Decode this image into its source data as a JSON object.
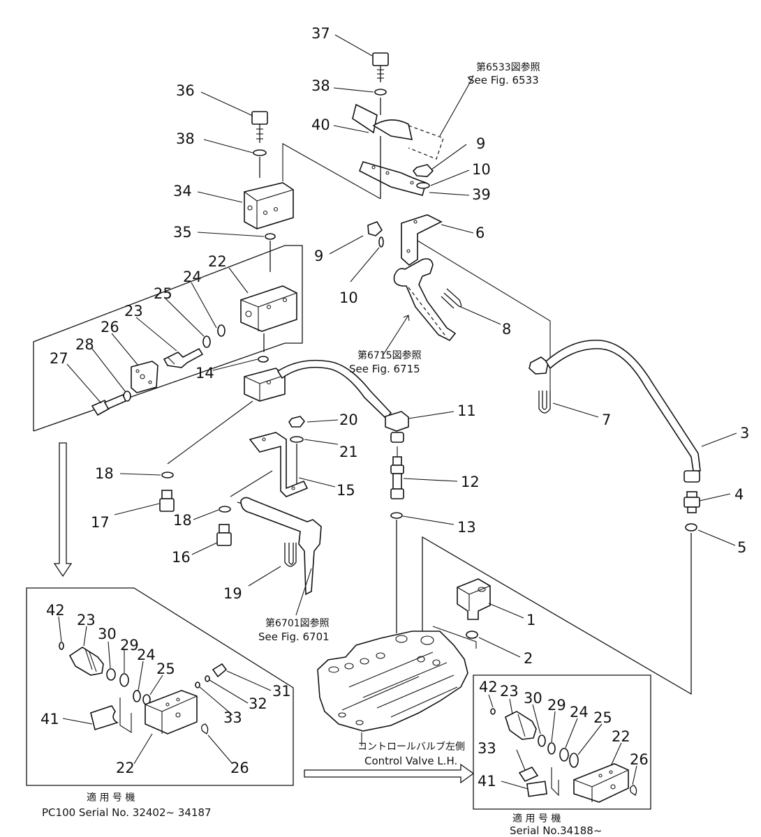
{
  "callouts": {
    "n1": "1",
    "n2": "2",
    "n3": "3",
    "n4": "4",
    "n5": "5",
    "n6": "6",
    "n7": "7",
    "n8": "8",
    "n9a": "9",
    "n9b": "9",
    "n10a": "10",
    "n10b": "10",
    "n11": "11",
    "n12": "12",
    "n13": "13",
    "n14": "14",
    "n15": "15",
    "n16": "16",
    "n17": "17",
    "n18a": "18",
    "n18b": "18",
    "n19": "19",
    "n20": "20",
    "n21": "21",
    "n22": "22",
    "n23": "23",
    "n24": "24",
    "n25": "25",
    "n26": "26",
    "n27": "27",
    "n28": "28",
    "n34": "34",
    "n35": "35",
    "n36": "36",
    "n37": "37",
    "n38a": "38",
    "n38b": "38",
    "n39": "39",
    "n40": "40"
  },
  "inset_left_callouts": {
    "n42": "42",
    "n23": "23",
    "n30": "30",
    "n29": "29",
    "n24": "24",
    "n25": "25",
    "n31": "31",
    "n32": "32",
    "n33": "33",
    "n41": "41",
    "n22": "22",
    "n26": "26"
  },
  "inset_right_callouts": {
    "n42": "42",
    "n23": "23",
    "n30": "30",
    "n29": "29",
    "n24": "24",
    "n25": "25",
    "n22": "22",
    "n33": "33",
    "n41": "41",
    "n26": "26"
  },
  "refs": {
    "fig6533_jp": "第6533図参照",
    "fig6533_en": "See Fig. 6533",
    "fig6715_jp": "第6715図参照",
    "fig6715_en": "See Fig. 6715",
    "fig6701_jp": "第6701図参照",
    "fig6701_en": "See Fig. 6701",
    "control_valve_jp": "コントロールバルブ左側",
    "control_valve_en": "Control Valve L.H."
  },
  "serials": {
    "left_jp": "適 用 号 機",
    "left_en": "PC100 Serial No. 32402~ 34187",
    "right_jp": "適 用 号 機",
    "right_en": "Serial No.34188~"
  }
}
